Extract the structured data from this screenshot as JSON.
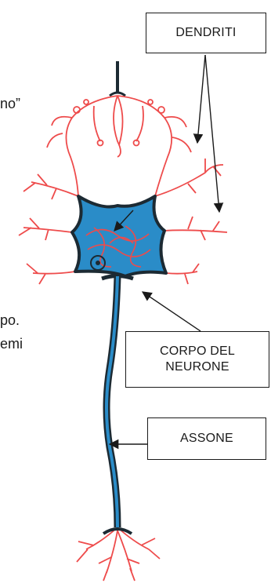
{
  "background_fragments": [
    "no”",
    "po.",
    "emi"
  ],
  "labels": {
    "dendriti": "DENDRITI",
    "corpo_line1": "CORPO DEL",
    "corpo_line2": "NEURONE",
    "assone": "ASSONE"
  },
  "colors": {
    "dendrite": "#ee4b4b",
    "soma": "#2a8cc8",
    "outline": "#1c2a33",
    "label_border": "#1a1a1a"
  }
}
